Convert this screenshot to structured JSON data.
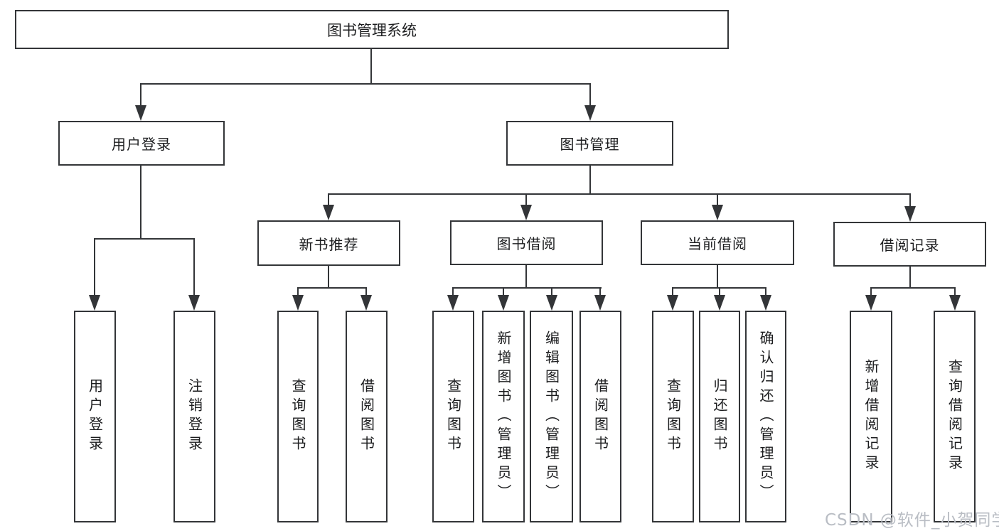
{
  "diagram": {
    "title": "图书管理系统",
    "branches": [
      {
        "label": "用户登录",
        "children": [
          {
            "label": "用户登录"
          },
          {
            "label": "注销登录"
          }
        ]
      },
      {
        "label": "图书管理",
        "children": [
          {
            "label": "新书推荐",
            "children": [
              {
                "label": "查询图书"
              },
              {
                "label": "借阅图书"
              }
            ]
          },
          {
            "label": "图书借阅",
            "children": [
              {
                "label": "查询图书"
              },
              {
                "label": "新增图书（管理员）"
              },
              {
                "label": "编辑图书（管理员）"
              },
              {
                "label": "借阅图书"
              }
            ]
          },
          {
            "label": "当前借阅",
            "children": [
              {
                "label": "查询图书"
              },
              {
                "label": "归还图书"
              },
              {
                "label": "确认归还（管理员）"
              }
            ]
          },
          {
            "label": "借阅记录",
            "children": [
              {
                "label": "新增借阅记录"
              },
              {
                "label": "查询借阅记录"
              }
            ]
          }
        ]
      }
    ]
  },
  "watermark": "CSDN @软件_小贺同学",
  "colors": {
    "line": "#333538",
    "text": "#1c1d1f",
    "watermark": "#b9bdc4",
    "background": "#ffffff"
  }
}
